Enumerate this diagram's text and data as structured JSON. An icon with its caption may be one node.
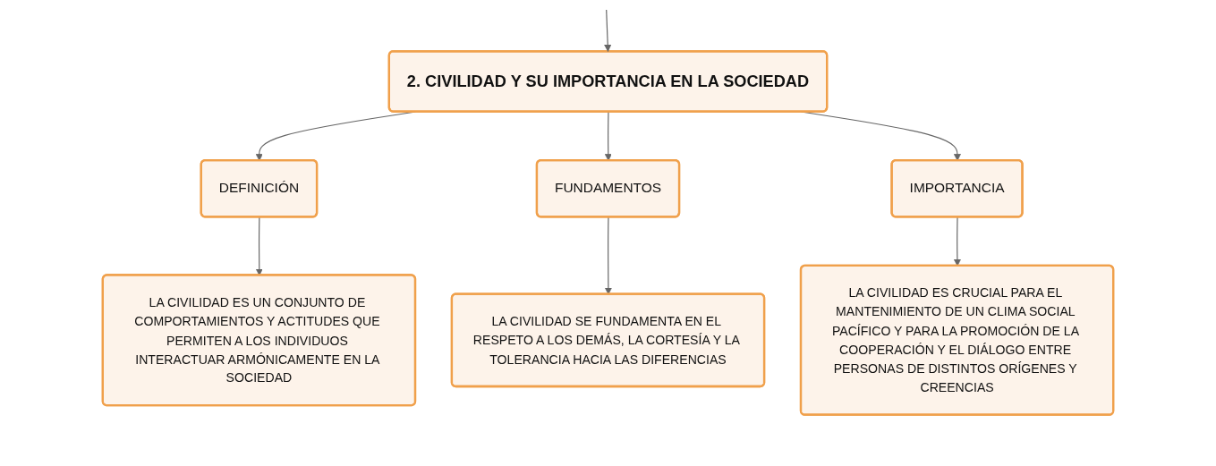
{
  "diagram": {
    "nodes": [
      {
        "text": [
          "2. CIVILIDAD Y SU IMPORTANCIA EN LA SOCIEDAD"
        ]
      },
      {
        "text": [
          "DEFINICIÓN"
        ]
      },
      {
        "text": [
          "FUNDAMENTOS"
        ]
      },
      {
        "text": [
          "IMPORTANCIA"
        ]
      },
      {
        "text": [
          "LA CIVILIDAD ES UN CONJUNTO DE COMPORTAMIENTOS Y ACTITUDES QUE PERMITEN A LOS INDIVIDUOS INTERACTUAR ARMÓNICAMENTE EN LA SOCIEDAD"
        ]
      },
      {
        "text": [
          "LA CIVILIDAD SE FUNDAMENTA EN EL RESPETO A LOS DEMÁS, LA CORTESÍA Y LA TOLERANCIA HACIA LAS DIFERENCIAS"
        ]
      },
      {
        "text": [
          "LA CIVILIDAD ES CRUCIAL PARA EL MANTENIMIENTO DE UN CLIMA SOCIAL PACÍFICO Y PARA LA PROMOCIÓN DE LA COOPERACIÓN Y EL DIÁLOGO ENTRE PERSONAS DE DISTINTOS ORÍGENES Y CREENCIAS"
        ]
      }
    ],
    "edges": [
      {
        "from": null,
        "to": 0,
        "arrow": "to"
      },
      {
        "from": 0,
        "to": 1,
        "arrow": "to"
      },
      {
        "from": 0,
        "to": 2,
        "arrow": "to"
      },
      {
        "from": 0,
        "to": 3,
        "arrow": "to"
      },
      {
        "from": 1,
        "to": 4,
        "arrow": "to"
      },
      {
        "from": 2,
        "to": 5,
        "arrow": "to"
      },
      {
        "from": 3,
        "to": 6,
        "arrow": "to"
      }
    ]
  }
}
